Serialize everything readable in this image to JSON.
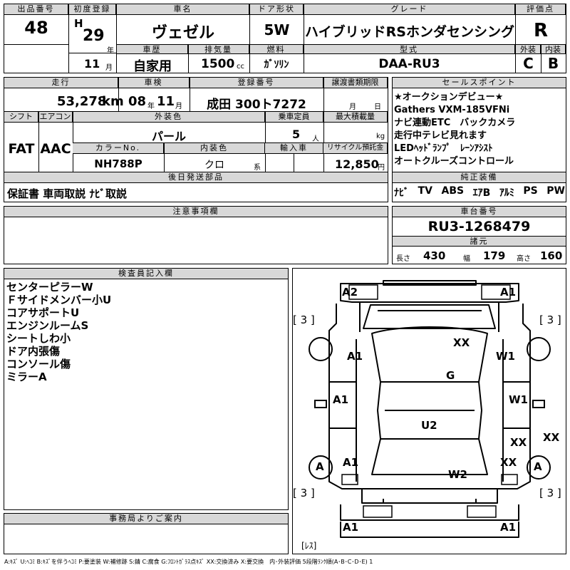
{
  "header": {
    "lot_number_label": "出品番号",
    "lot_number": "48",
    "first_reg_label": "初度登録",
    "first_reg_era": "H",
    "first_reg_year": "29",
    "year_unit": "年",
    "first_reg_month": "11",
    "month_unit": "月",
    "car_name_label": "車名",
    "car_name": "ヴェゼル",
    "door_label": "ドア形状",
    "door": "5W",
    "grade_label": "グレード",
    "grade": "ハイブリッドRSホンダセンシング",
    "score_label": "評価点",
    "score": "R",
    "history_label": "車歴",
    "history": "自家用",
    "displacement_label": "排気量",
    "displacement": "1500",
    "displacement_unit": "cc",
    "fuel_label": "燃料",
    "fuel": "ｶﾞｿﾘﾝ",
    "model_label": "型式",
    "model": "DAA-RU3",
    "exterior_label": "外装",
    "exterior_grade": "C",
    "interior_label": "内装",
    "interior_grade": "B"
  },
  "details": {
    "mileage_label": "走行",
    "mileage": "53,278",
    "mileage_unit": "km",
    "inspection_label": "車検",
    "inspection_year": "08",
    "inspection_month": "11",
    "year_unit": "年",
    "month_unit": "月",
    "reg_label": "登録番号",
    "reg_number": "成田 300ト7272",
    "transfer_label": "譲渡書類期限",
    "transfer_month": "月",
    "transfer_day": "日",
    "shift_label": "シフト",
    "shift": "FAT",
    "ac_label": "エアコン",
    "ac": "AAC",
    "color_label": "外装色",
    "color": "パール",
    "capacity_label": "乗車定員",
    "capacity": "5",
    "capacity_unit": "人",
    "load_label": "最大積載量",
    "load_unit": "kg",
    "color_no_label": "カラーNo.",
    "color_no": "NH788P",
    "interior_color_label": "内装色",
    "interior_color": "クロ",
    "interior_color_unit": "系",
    "import_label": "輸入車",
    "recycle_label": "リサイクル預託金",
    "recycle": "12,850",
    "recycle_unit": "円",
    "later_parts_label": "後日発送部品",
    "later_parts": "保証書 車両取説 ﾅﾋﾞ取説"
  },
  "sales_points": {
    "label": "セールスポイント",
    "lines": [
      "★オークションデビュー★",
      "Gathers VXM-185VFNi",
      "ナビ連動ETC　バックカメラ",
      "走行中テレビ見れます",
      "LEDﾍｯﾄﾞﾗﾝﾌﾟ　ﾚｰﾝｱｼｽﾄ",
      "オートクルーズコントロール"
    ]
  },
  "equipment": {
    "label": "純正装備",
    "items": [
      "ﾅﾋﾞ",
      "TV",
      "ABS",
      "ｴｱB",
      "ｱﾙﾐ",
      "PS",
      "PW"
    ]
  },
  "chassis": {
    "label": "車台番号",
    "number": "RU3-1268479",
    "dims_label": "諸元",
    "length_label": "長さ",
    "length": "430",
    "width_label": "幅",
    "width": "179",
    "height_label": "高さ",
    "height": "160"
  },
  "notes": {
    "label": "注意事項欄"
  },
  "inspector": {
    "label": "検査員記入欄",
    "lines": [
      "センターピラーW",
      "Ｆサイドメンバー小U",
      "コアサポートU",
      "エンジンルームS",
      "シートしわ小",
      "ドア内張傷",
      "コンソール傷",
      "ミラーA"
    ]
  },
  "office": {
    "label": "事務局よりご案内"
  },
  "diagram": {
    "marks": {
      "front_left": "A2",
      "front_right": "A1",
      "bracket_tl": "[ 3 ]",
      "bracket_tr": "[ 3 ]",
      "bracket_bl": "[ 3 ]",
      "bracket_br": "[ 3 ]",
      "hood_right": "XX",
      "fender_left": "A1",
      "fender_right": "W1",
      "center": "G",
      "door_left": "A1",
      "door_right": "W1",
      "roof": "U2",
      "rear_door_right": "XX",
      "right_outer": "XX",
      "rear_left": "A1",
      "rear_right": "XX",
      "wheel_left": "A",
      "wheel_right": "A",
      "rear_center": "W2",
      "bumper_left": "A1",
      "bumper_right": "A1",
      "res": "[ﾚｽ]"
    }
  },
  "legend": "A:ｷｽﾞ U:ﾍｺﾐ B:ｷｽﾞを伴うﾍｺﾐ P:要塗装 W:補修跡 S:錆 C:腐食 G:ﾌﾛﾝﾄｶﾞﾗｽ点ｷｽﾞ XX:交換済み X:要交換　内･外装評価 5段階ﾗﾝｸ順(A･B･C･D･E) 1"
}
